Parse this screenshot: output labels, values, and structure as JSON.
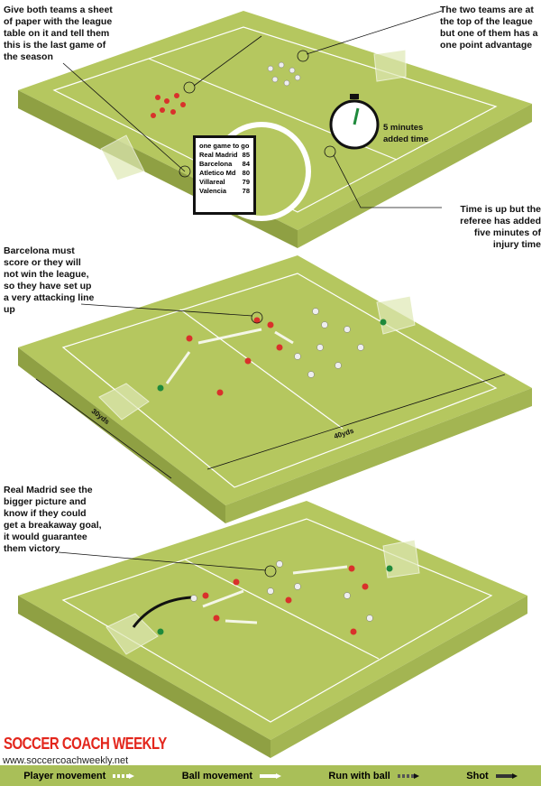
{
  "notes": {
    "top_left": "Give both teams a sheet of paper with the league table on it and tell them this is the last game of the season",
    "top_right": "The two teams are at the top of the league but one of them has a one point advantage",
    "stopwatch": "5 minutes added time",
    "time_up": "Time is up but the referee has added five minutes of injury time",
    "barcelona": "Barcelona must score or they will not win the league, so they have set up a very attacking line up",
    "real_madrid": "Real Madrid see the bigger picture and know if they could get a breakaway goal, it would guarantee them victory"
  },
  "clipboard": {
    "title": "one game to go",
    "rows": [
      {
        "team": "Real Madrid",
        "pts": "85"
      },
      {
        "team": "Barcelona",
        "pts": "84"
      },
      {
        "team": "Atletico Md",
        "pts": "80"
      },
      {
        "team": "Villareal",
        "pts": "79"
      },
      {
        "team": "Valencia",
        "pts": "78"
      }
    ]
  },
  "dimensions": {
    "width": "30yds",
    "length": "40yds"
  },
  "brand": {
    "name": "SOCCER COACH WEEKLY",
    "url": "www.soccercoachweekly.net"
  },
  "legend": [
    {
      "label": "Player movement"
    },
    {
      "label": "Ball movement"
    },
    {
      "label": "Run with ball"
    },
    {
      "label": "Shot"
    }
  ],
  "colors": {
    "pitch": "#b5c75f",
    "side": "#8fa043",
    "red": "#d9312b",
    "green": "#1f8a3c",
    "brand": "#e3261c"
  }
}
